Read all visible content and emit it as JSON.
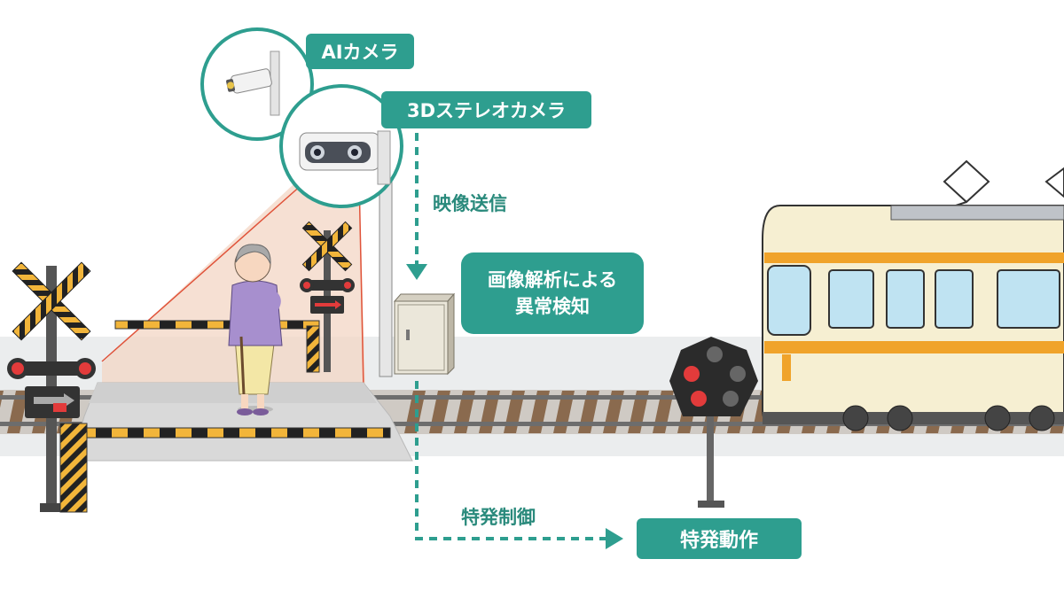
{
  "labels": {
    "ai_camera": "AIカメラ",
    "stereo_camera": "3Dステレオカメラ",
    "video_transmission": "映像送信",
    "analysis_line1": "画像解析による",
    "analysis_line2": "異常検知",
    "special_control": "特発制御",
    "special_operation": "特発動作"
  },
  "colors": {
    "accent": "#2e9e8f",
    "detection_zone": "#f3d6c4",
    "train_body": "#f6efd2",
    "train_stripe": "#f0a32a",
    "barrier_yellow": "#f2b53a"
  }
}
